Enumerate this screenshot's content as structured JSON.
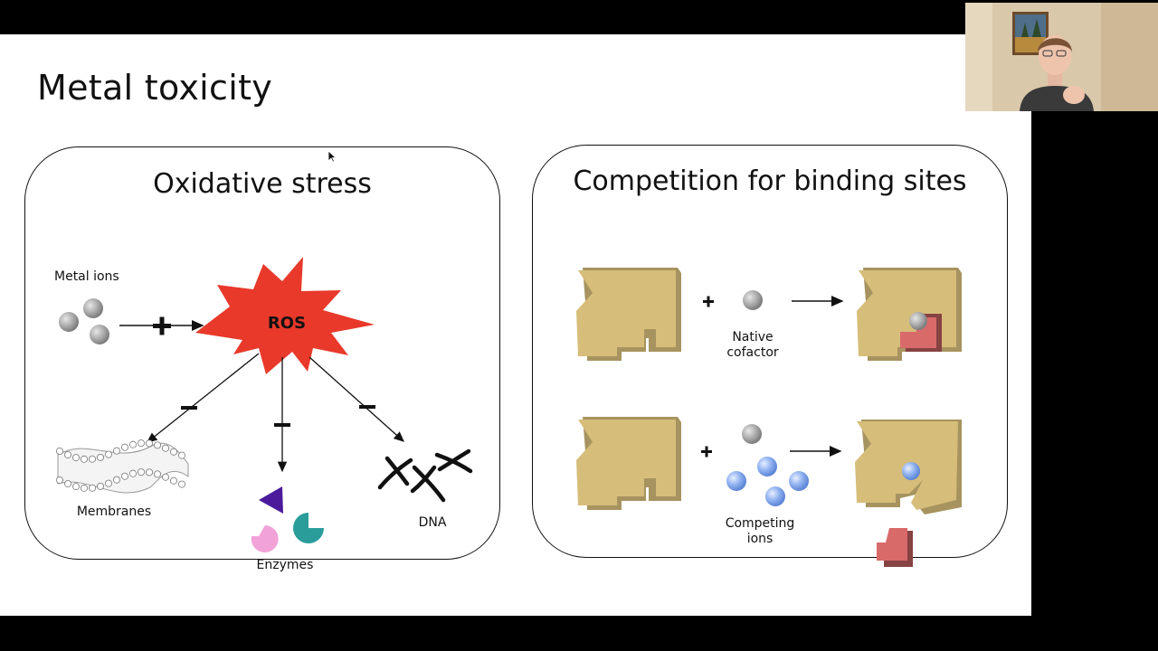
{
  "slide": {
    "title": "Metal toxicity",
    "oxidative": {
      "heading": "Oxidative stress",
      "metal_ions_label": "Metal ions",
      "ros_label": "ROS",
      "membranes_label": "Membranes",
      "enzymes_label": "Enzymes",
      "dna_label": "DNA",
      "ros_color": "#e8392b",
      "enzyme_colors": [
        "#4b1b9b",
        "#2a9d9b",
        "#f1a3d8"
      ]
    },
    "competition": {
      "heading": "Competition for binding sites",
      "native_cofactor_label": "Native\ncofactor",
      "competing_ions_label": "Competing\nions",
      "enzyme_color": "#d6bd7a",
      "substrate_color": "#d96a6a",
      "native_ion_color": "#a6a6a6",
      "competing_ion_color": "#8fb1f0"
    }
  },
  "webcam": {
    "icon": "presenter-video-icon"
  }
}
